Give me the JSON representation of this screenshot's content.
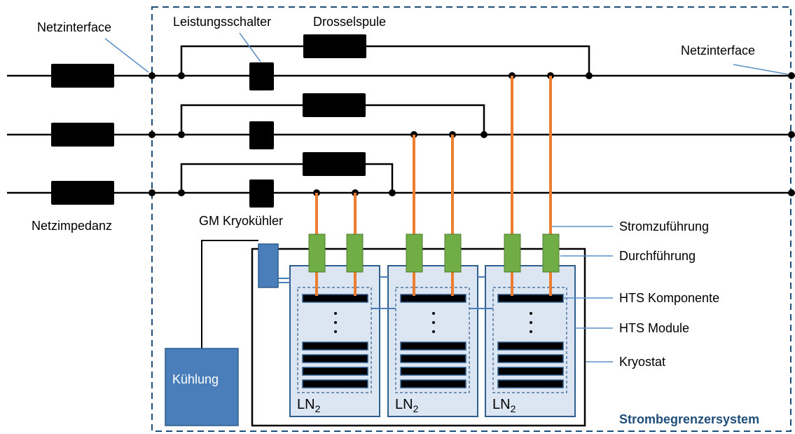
{
  "labels": {
    "netzinterface_left": "Netzinterface",
    "leistungsschalter": "Leistungsschalter",
    "drosselspule": "Drosselspule",
    "netzinterface_right": "Netzinterface",
    "netzimpedanz": "Netzimpedanz",
    "gm_kryokuehler": "GM Kryokühler",
    "stromzufuehrung": "Stromzuführung",
    "durchfuehrung": "Durchführung",
    "hts_komponente": "HTS Komponente",
    "hts_module": "HTS Module",
    "kryostat": "Kryostat",
    "kuehlung": "Kühlung",
    "system": "Strombegrenzersystem"
  },
  "modules": [
    {
      "ln_main": "LN",
      "ln_sub": "2"
    },
    {
      "ln_main": "LN",
      "ln_sub": "2"
    },
    {
      "ln_main": "LN",
      "ln_sub": "2"
    }
  ],
  "colors": {
    "wire": "#000000",
    "current_lead": "#ed7d31",
    "bushing": "#70ad47",
    "module_border": "#2e5f8e",
    "module_fill": "#dce6f2",
    "cooler": "#4a7ebb",
    "system_border": "#1f4e79",
    "annotation_line": "#5b8fc7"
  },
  "icons": {
    "netzimpedanz": "black-rectangle",
    "leistungsschalter": "black-square",
    "drosselspule": "black-rectangle",
    "hts_komponente": "black-bar"
  }
}
